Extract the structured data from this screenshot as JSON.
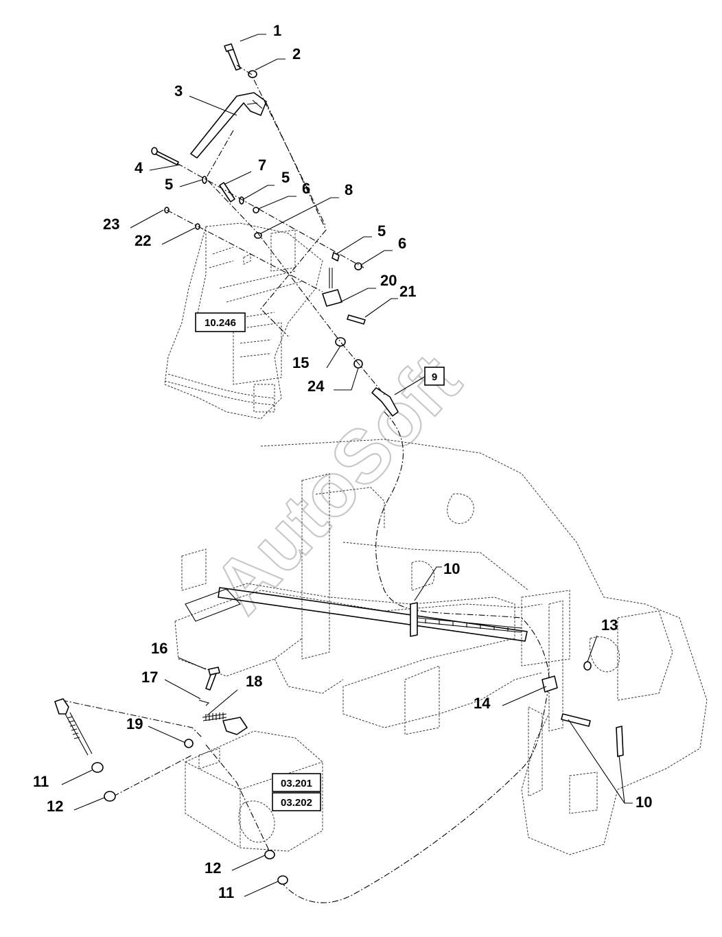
{
  "watermark": "AutoSoft",
  "reference_boxes": {
    "r10246": "10.246",
    "r9": "9",
    "r03201": "03.201",
    "r03202": "03.202"
  },
  "callouts": {
    "c1": "1",
    "c2": "2",
    "c3": "3",
    "c4": "4",
    "c5a": "5",
    "c7": "7",
    "c5b": "5",
    "c6a": "6",
    "c8": "8",
    "c23": "23",
    "c22": "22",
    "c5c": "5",
    "c6b": "6",
    "c20": "20",
    "c21": "21",
    "c15": "15",
    "c24": "24",
    "c10a": "10",
    "c13": "13",
    "c16": "16",
    "c17": "17",
    "c18": "18",
    "c19": "19",
    "c14": "14",
    "c11a": "11",
    "c12a": "12",
    "c10b": "10",
    "c12b": "12",
    "c11b": "11"
  },
  "colors": {
    "line": "#000000",
    "watermark": "#c8c8c8",
    "background": "#ffffff"
  }
}
